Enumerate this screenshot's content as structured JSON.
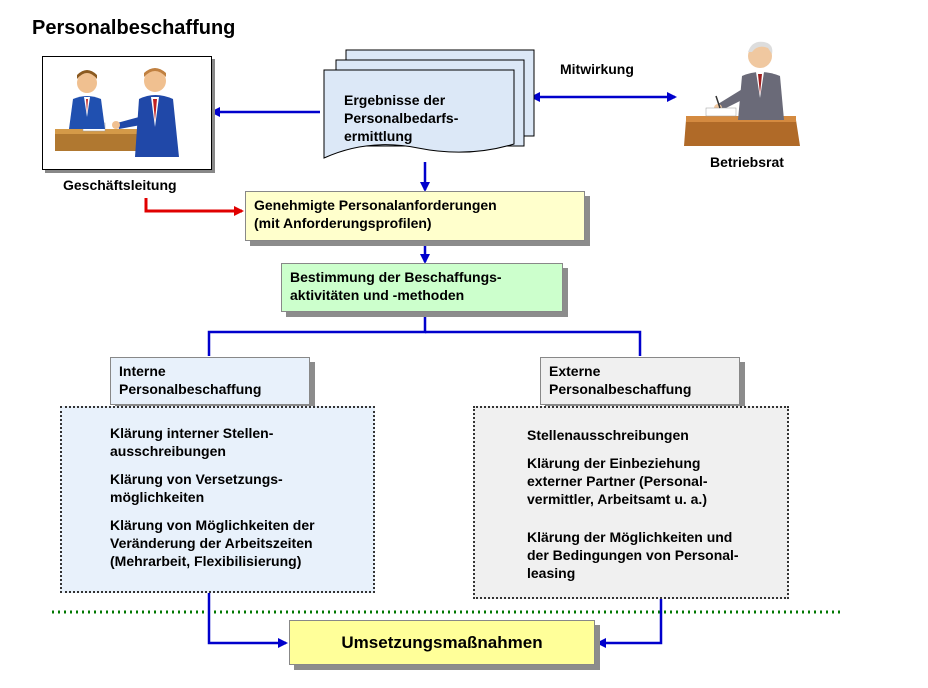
{
  "title": "Personalbeschaffung",
  "top": {
    "doc_text": "Ergebnisse der Personalbedarfs-ermittlung",
    "doc_line1": "Ergebnisse der",
    "doc_line2": "Personalbedarfs-",
    "doc_line3": "ermittlung",
    "mitwirkung": "Mitwirkung",
    "geschaeftsleitung": "Geschäftsleitung",
    "betriebsrat": "Betriebsrat"
  },
  "genehmigt": {
    "line1": "Genehmigte Personalanforderungen",
    "line2": "(mit Anforderungsprofilen)"
  },
  "bestimmung": {
    "line1": "Bestimmung der Beschaffungs-",
    "line2": "aktivitäten und -methoden"
  },
  "intern": {
    "head1": "Interne",
    "head2": "Personalbeschaffung",
    "items": [
      [
        "Klärung interner Stellen-",
        "ausschreibungen"
      ],
      [
        "Klärung von Versetzungs-",
        "möglichkeiten"
      ],
      [
        "Klärung von Möglichkeiten der",
        "Veränderung der Arbeitszeiten",
        "(Mehrarbeit, Flexibilisierung)"
      ]
    ]
  },
  "extern": {
    "head1": "Externe",
    "head2": "Personalbeschaffung",
    "items": [
      [
        "Stellenausschreibungen"
      ],
      [
        "Klärung der Einbeziehung",
        "externer Partner (Personal-",
        "vermittler, Arbeitsamt u. a.)"
      ],
      [
        "Klärung der Möglichkeiten und",
        "der Bedingungen von Personal-",
        "leasing"
      ]
    ]
  },
  "umsetzung": "Umsetzungsmaßnahmen",
  "colors": {
    "arrow_blue": "#0000cc",
    "arrow_red": "#e00000",
    "doc_fill": "#dce8f7",
    "genehmigt_fill": "#ffffcc",
    "bestimmung_fill": "#ccffcc",
    "intern_fill": "#e8f1fb",
    "extern_fill": "#f0f0f0",
    "umsetzung_fill": "#ffff99",
    "divider_green": "#007700"
  },
  "icons": {
    "management": "business-meeting-clipart",
    "council": "worker-council-clipart"
  }
}
